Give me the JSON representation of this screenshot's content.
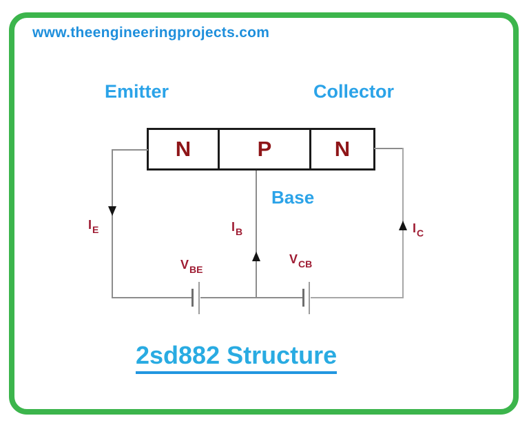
{
  "header": {
    "website_url": "www.theengineeringprojects.com"
  },
  "diagram": {
    "terminal_labels": {
      "emitter": "Emitter",
      "collector": "Collector",
      "base": "Base"
    },
    "regions": [
      "N",
      "P",
      "N"
    ],
    "currents": [
      {
        "symbol": "I",
        "subscript": "E"
      },
      {
        "symbol": "I",
        "subscript": "B"
      },
      {
        "symbol": "I",
        "subscript": "C"
      }
    ],
    "voltages": [
      {
        "symbol": "V",
        "subscript": "BE"
      },
      {
        "symbol": "V",
        "subscript": "CB"
      }
    ]
  },
  "title": {
    "text": "2sd882 Structure"
  },
  "colors": {
    "frame_green": "#3CB54C",
    "label_blue": "#2BA3E8",
    "title_blue": "#29ABE2",
    "url_blue": "#1E8FDC",
    "semiconductor_red": "#8E1518",
    "annotation_red": "#9E1B32",
    "wire_gray": "#8C8C8C",
    "box_border_black": "#1A1A1A"
  }
}
